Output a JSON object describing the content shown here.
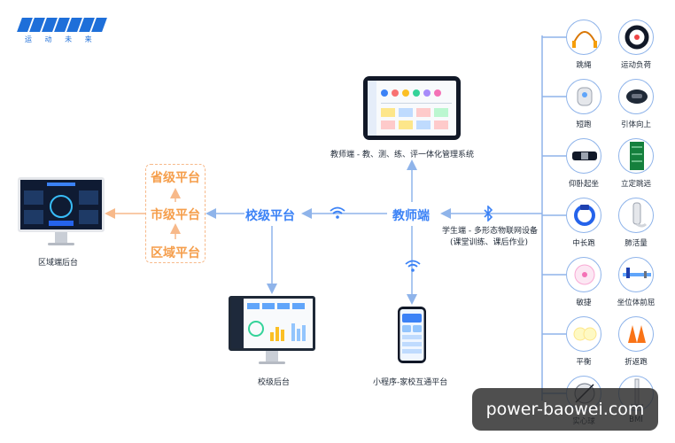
{
  "logo": {
    "tagline": "运 动 未 来"
  },
  "teacher_system_caption": "教师端 - 教、测、练、评一体化管理系统",
  "nodes": {
    "teacher": "教师端",
    "school": "校级平台",
    "province": "省级平台",
    "city": "市级平台",
    "district": "区域平台"
  },
  "student_caption_line1": "学生端 - 多形态物联网设备",
  "student_caption_line2": "(课堂训练、课后作业)",
  "district_backend": "区域端后台",
  "school_backend": "校级后台",
  "mini_program": "小程序-家校互通平台",
  "devices": [
    {
      "label": "跳绳",
      "icon": "jump-rope-icon"
    },
    {
      "label": "运动负荷",
      "icon": "heart-rate-band-icon"
    },
    {
      "label": "短跑",
      "icon": "sprint-sensor-icon"
    },
    {
      "label": "引体向上",
      "icon": "pull-up-sensor-icon"
    },
    {
      "label": "仰卧起坐",
      "icon": "sit-up-belt-icon"
    },
    {
      "label": "立定跳远",
      "icon": "long-jump-mat-icon"
    },
    {
      "label": "中长跑",
      "icon": "wristband-icon"
    },
    {
      "label": "肺活量",
      "icon": "spirometer-icon"
    },
    {
      "label": "敏捷",
      "icon": "agility-pad-icon"
    },
    {
      "label": "坐位体前屈",
      "icon": "sit-and-reach-icon"
    },
    {
      "label": "平衡",
      "icon": "balance-pad-icon"
    },
    {
      "label": "折返跑",
      "icon": "cones-icon"
    },
    {
      "label": "实心球",
      "icon": "medicine-ball-icon"
    },
    {
      "label": "BMI",
      "icon": "height-scale-icon"
    }
  ],
  "watermark": "power-baowei.com",
  "colors": {
    "blue": "#3b82f6",
    "orange": "#f59e4b",
    "line_blue": "#8fb4ea"
  }
}
